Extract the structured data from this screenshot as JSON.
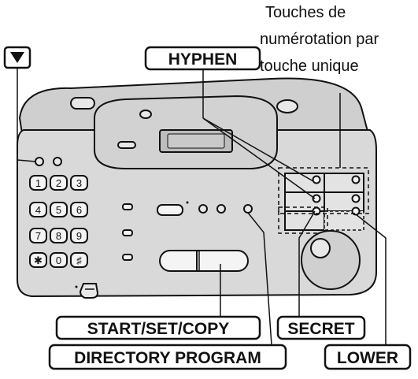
{
  "callout": {
    "line1": "Touches de",
    "line2": "numérotation par",
    "line3": "touche unique"
  },
  "labels": {
    "hyphen": "HYPHEN",
    "start": "START/SET/COPY",
    "secret": "SECRET",
    "directory": "DIRECTORY PROGRAM",
    "lower": "LOWER"
  },
  "keypad": {
    "k1": "1",
    "k2": "2",
    "k3": "3",
    "k4": "4",
    "k5": "5",
    "k6": "6",
    "k7": "7",
    "k8": "8",
    "k9": "9",
    "kstar": "✱",
    "k0": "0",
    "khash": "♯"
  },
  "colors": {
    "panel": "#d9d9d9",
    "outline": "#111111",
    "background": "#ffffff"
  }
}
